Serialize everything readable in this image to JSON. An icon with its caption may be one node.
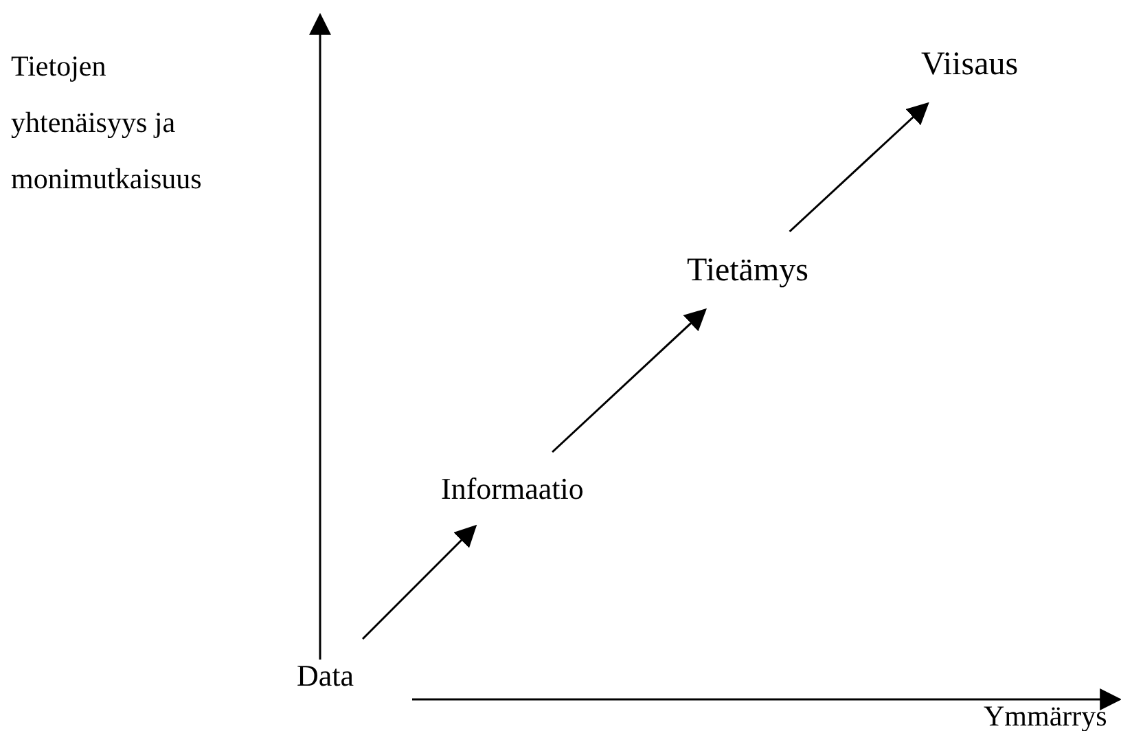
{
  "diagram": {
    "nodes": [
      {
        "text": [
          "Data"
        ]
      },
      {
        "text": [
          "Informaatio"
        ]
      },
      {
        "text": [
          "Tietämys"
        ]
      },
      {
        "text": [
          "Viisaus"
        ]
      }
    ],
    "edges": [
      {
        "from": 0,
        "to": 1,
        "arrow": "to"
      },
      {
        "from": 1,
        "to": 2,
        "arrow": "to"
      },
      {
        "from": 2,
        "to": 3,
        "arrow": "to"
      }
    ],
    "labels": [
      "Tietojen yhtenäisyys ja monimutkaisuus",
      "Ymmärrys"
    ]
  }
}
